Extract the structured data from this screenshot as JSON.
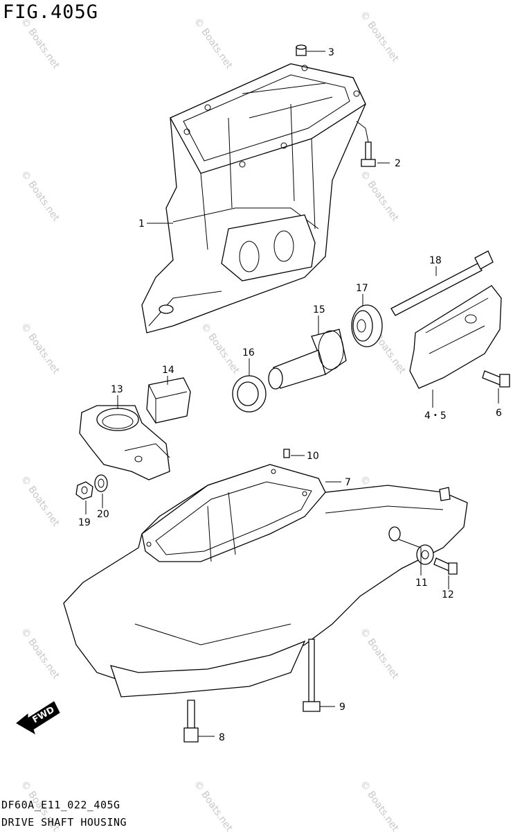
{
  "figure": {
    "title": "FIG.405G",
    "code": "DF60A_E11_022_405G",
    "caption": "DRIVE SHAFT HOUSING"
  },
  "callouts": {
    "p1": "1",
    "p2": "2",
    "p3": "3",
    "p45": "4・5",
    "p6": "6",
    "p7": "7",
    "p8": "8",
    "p9": "9",
    "p10": "10",
    "p11": "11",
    "p12": "12",
    "p13": "13",
    "p14": "14",
    "p15": "15",
    "p16": "16",
    "p17": "17",
    "p18": "18",
    "p19": "19",
    "p20": "20"
  },
  "direction_badge": "FWD",
  "watermark": "© Boats.net"
}
